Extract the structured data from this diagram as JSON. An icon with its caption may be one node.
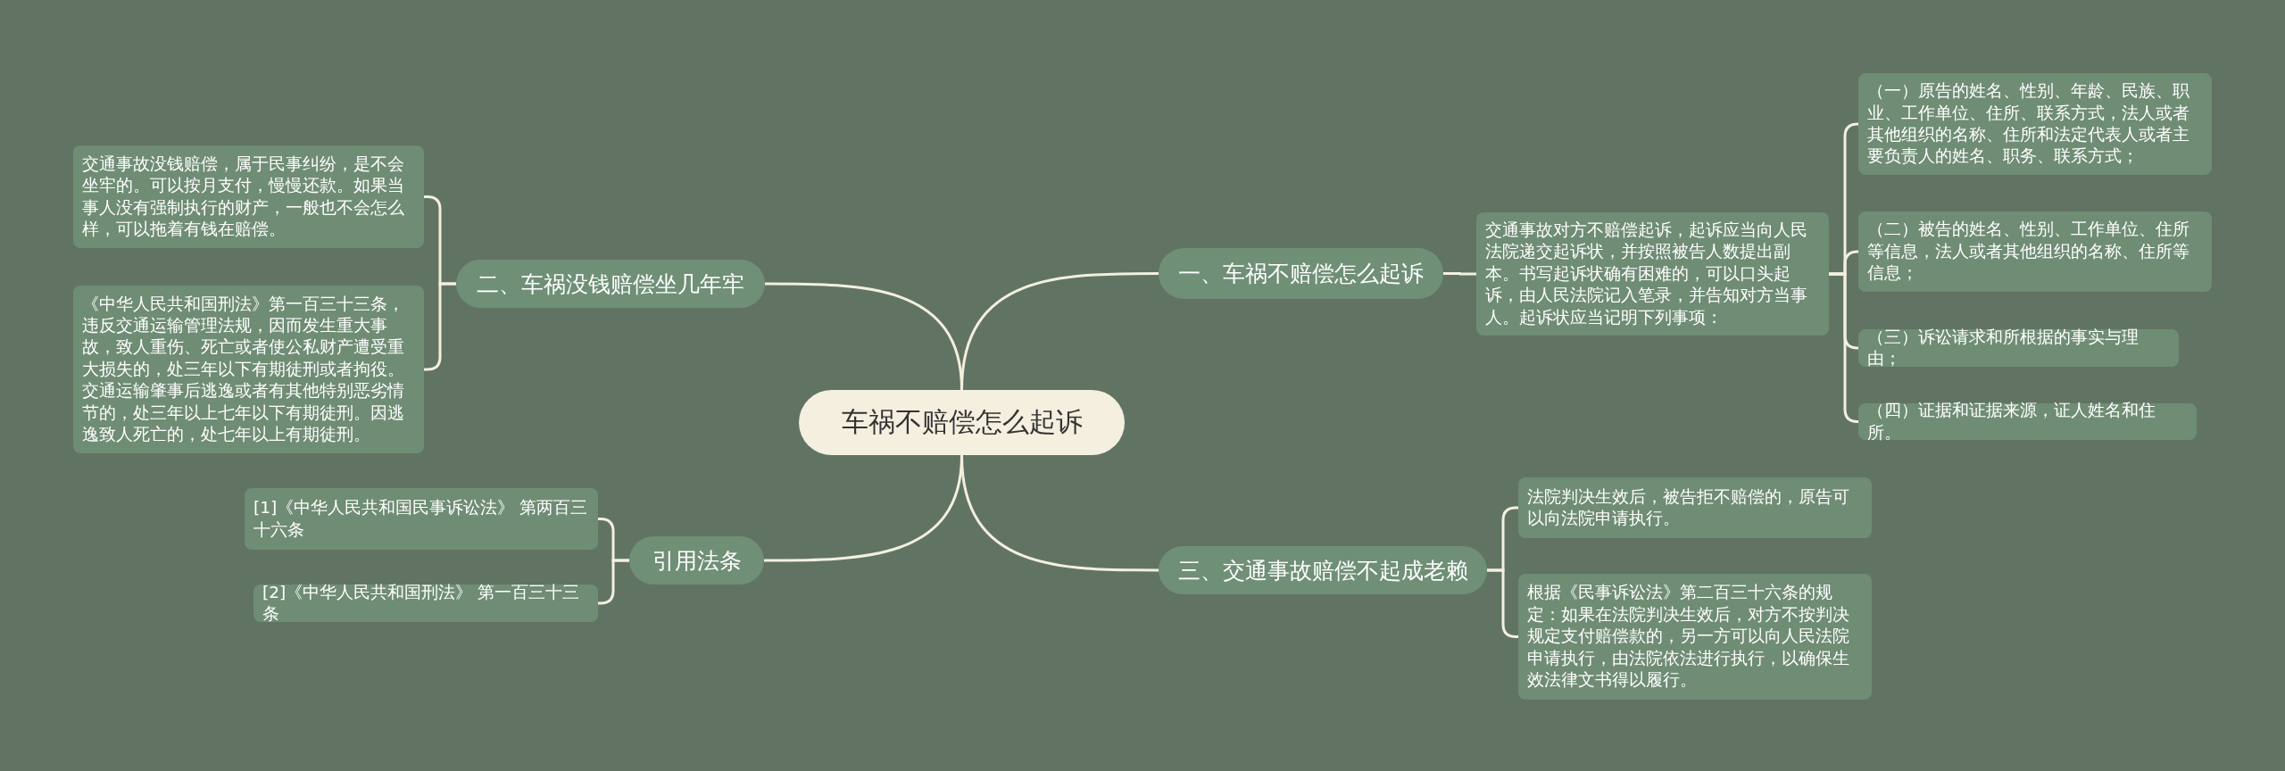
{
  "diagram": {
    "nodes": [
      {
        "text": [
          "车祸不赔偿怎么起诉"
        ]
      },
      {
        "text": [
          "一、车祸不赔偿怎么起诉"
        ]
      },
      {
        "text": [
          "交通事故对方不赔偿起诉，起诉应当向人民法院递交起诉状，并按照被告人数提出副本。书写起诉状确有困难的，可以口头起诉，由人民法院记入笔录，并告知对方当事人。起诉状应当记明下列事项："
        ]
      },
      {
        "text": [
          "（一）原告的姓名、性别、年龄、民族、职业、工作单位、住所、联系方式，法人或者其他组织的名称、住所和法定代表人或者主要负责人的姓名、职务、联系方式；"
        ]
      },
      {
        "text": [
          "（二）被告的姓名、性别、工作单位、住所等信息，法人或者其他组织的名称、住所等信息；"
        ]
      },
      {
        "text": [
          "（三）诉讼请求和所根据的事实与理由；"
        ]
      },
      {
        "text": [
          "（四）证据和证据来源，证人姓名和住所。"
        ]
      },
      {
        "text": [
          "二、车祸没钱赔偿坐几年牢"
        ]
      },
      {
        "text": [
          "交通事故没钱赔偿，属于民事纠纷，是不会坐牢的。可以按月支付，慢慢还款。如果当事人没有强制执行的财产，一般也不会怎么样，可以拖着有钱在赔偿。"
        ]
      },
      {
        "text": [
          "《中华人民共和国刑法》第一百三十三条，违反交通运输管理法规，因而发生重大事故，致人重伤、死亡或者使公私财产遭受重大损失的，处三年以下有期徒刑或者拘役。交通运输肇事后逃逸或者有其他特别恶劣情节的，处三年以上七年以下有期徒刑。因逃逸致人死亡的，处七年以上有期徒刑。"
        ]
      },
      {
        "text": [
          "三、交通事故赔偿不起成老赖"
        ]
      },
      {
        "text": [
          "法院判决生效后，被告拒不赔偿的，原告可以向法院申请执行。"
        ]
      },
      {
        "text": [
          "根据《民事诉讼法》第二百三十六条的规定：如果在法院判决生效后，对方不按判决规定支付赔偿款的，另一方可以向人民法院申请执行，由法院依法进行执行，以确保生效法律文书得以履行。"
        ]
      },
      {
        "text": [
          "引用法条"
        ]
      },
      {
        "text": [
          "[1]《中华人民共和国民事诉讼法》 第两百三十六条"
        ]
      },
      {
        "text": [
          "[2]《中华人民共和国刑法》 第一百三十三条"
        ]
      }
    ],
    "edges": [
      {
        "from": 0,
        "to": 1,
        "arrow": "none"
      },
      {
        "from": 0,
        "to": 7,
        "arrow": "none"
      },
      {
        "from": 0,
        "to": 10,
        "arrow": "none"
      },
      {
        "from": 0,
        "to": 13,
        "arrow": "none"
      },
      {
        "from": 1,
        "to": 2,
        "arrow": "none"
      },
      {
        "from": 2,
        "to": 3,
        "arrow": "none"
      },
      {
        "from": 2,
        "to": 4,
        "arrow": "none"
      },
      {
        "from": 2,
        "to": 5,
        "arrow": "none"
      },
      {
        "from": 2,
        "to": 6,
        "arrow": "none"
      },
      {
        "from": 7,
        "to": 8,
        "arrow": "none"
      },
      {
        "from": 7,
        "to": 9,
        "arrow": "none"
      },
      {
        "from": 10,
        "to": 11,
        "arrow": "none"
      },
      {
        "from": 10,
        "to": 12,
        "arrow": "none"
      },
      {
        "from": 13,
        "to": 14,
        "arrow": "none"
      },
      {
        "from": 13,
        "to": 15,
        "arrow": "none"
      }
    ]
  }
}
